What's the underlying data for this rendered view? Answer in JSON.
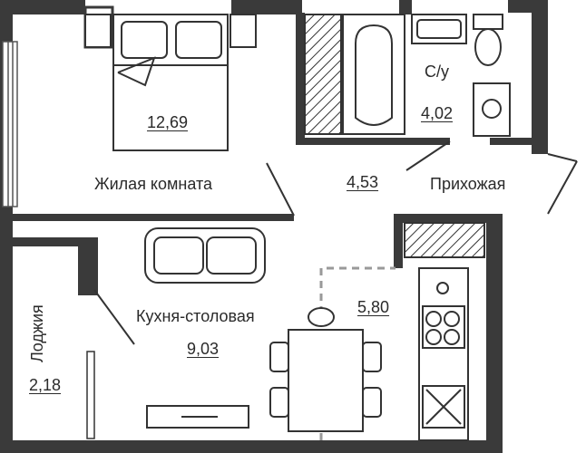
{
  "plan": {
    "rooms": [
      {
        "id": "living",
        "name": "Жилая комната",
        "area": "12,69"
      },
      {
        "id": "bathroom",
        "name": "С/у",
        "area": "4,02"
      },
      {
        "id": "hall",
        "name": "Прихожая",
        "area": "4,53"
      },
      {
        "id": "kitchen",
        "name": "Кухня-столовая",
        "area": "9,03"
      },
      {
        "id": "kitchen_zone",
        "name": "",
        "area": "5,80"
      },
      {
        "id": "loggia",
        "name": "Лоджия",
        "area": "2,18"
      }
    ]
  }
}
